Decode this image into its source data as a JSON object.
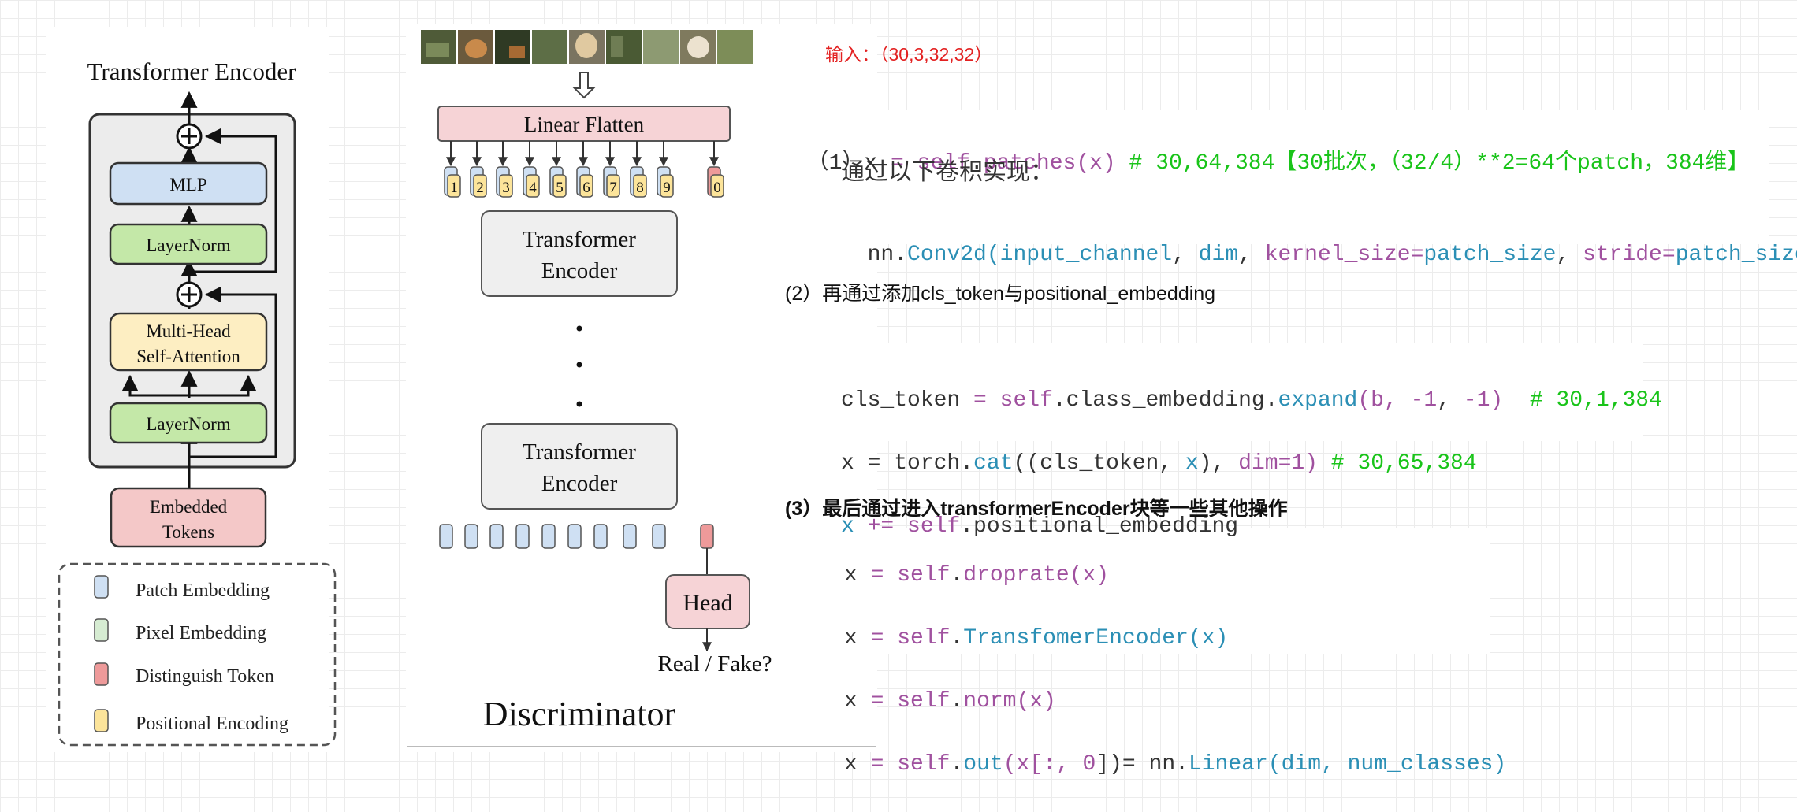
{
  "encoder": {
    "title": "Transformer Encoder",
    "mlp": "MLP",
    "layernorm_top": "LayerNorm",
    "mha_line1": "Multi-Head",
    "mha_line2": "Self-Attention",
    "layernorm_bottom": "LayerNorm",
    "embedded_line1": "Embedded",
    "embedded_line2": "Tokens",
    "legend": [
      {
        "label": "Patch Embedding",
        "color": "#cfe0f3"
      },
      {
        "label": "Pixel Embedding",
        "color": "#d6ecd2"
      },
      {
        "label": "Distinguish Token",
        "color": "#ee9a9a"
      },
      {
        "label": "Positional Encoding",
        "color": "#fce49a"
      }
    ]
  },
  "discriminator": {
    "linear_flatten": "Linear Flatten",
    "tokens": [
      "1",
      "2",
      "3",
      "4",
      "5",
      "6",
      "7",
      "8",
      "9",
      "0"
    ],
    "encoder_top_line1": "Transformer",
    "encoder_top_line2": "Encoder",
    "encoder_bottom_line1": "Transformer",
    "encoder_bottom_line2": "Encoder",
    "head": "Head",
    "output": "Real / Fake?",
    "title": "Discriminator"
  },
  "notes": {
    "input": "输入：（30,3,32,32）",
    "step1_prefix": "（1）",
    "step1_code_x": "x",
    "step1_code_eq": " = ",
    "step1_code_self": "self",
    "step1_code_dot": ".",
    "step1_code_fn": "patches",
    "step1_code_args": "(x)",
    "step1_comment": " # 30,64,384【30批次，（32/4）**2=64个patch，384维】",
    "step1_sub": "通过以下卷积实现：",
    "conv_nn": "nn.",
    "conv_fn": "Conv2d",
    "conv_open": "(",
    "conv_a1": "input_channel",
    "conv_sep1": ", ",
    "conv_a2": "dim",
    "conv_sep2": ", ",
    "conv_k1": "kernel_size",
    "conv_eq1": "=",
    "conv_v1": "patch_size",
    "conv_sep3": ", ",
    "conv_k2": "stride",
    "conv_eq2": "=",
    "conv_v2": "patch_size",
    "conv_close": ")",
    "step2": "(2）再通过添加cls_token与positional_embedding",
    "s2l1_a": "cls_token",
    "s2l1_b": " = ",
    "s2l1_c": "self",
    "s2l1_d": ".class_embedding.",
    "s2l1_e": "expand",
    "s2l1_f": "(b, ",
    "s2l1_g": "-1",
    "s2l1_h": ", ",
    "s2l1_i": "-1",
    "s2l1_j": ")  ",
    "s2l1_k": "# 30,1,384",
    "s2l2_a": "x",
    "s2l2_b": " = torch.",
    "s2l2_c": "cat",
    "s2l2_d": "((cls_token, ",
    "s2l2_e": "x",
    "s2l2_f": "), ",
    "s2l2_g": "dim",
    "s2l2_h": "=",
    "s2l2_i": "1",
    "s2l2_j": ") ",
    "s2l2_k": "# 30,65,384",
    "s2l3_a": "x",
    "s2l3_b": " += ",
    "s2l3_c": "self",
    "s2l3_d": ".positional_embedding",
    "step3": "(3）最后通过进入transformerEncoder块等一些其他操作",
    "s3l1_a": "x",
    "s3l1_b": " = ",
    "s3l1_c": "self",
    "s3l1_d": ".",
    "s3l1_e": "droprate",
    "s3l1_f": "(x)",
    "s3l2_a": "x",
    "s3l2_b": " = ",
    "s3l2_c": "self",
    "s3l2_d": ".",
    "s3l2_e": "TransfomerEncoder",
    "s3l2_f": "(x)",
    "s3l3_a": "x",
    "s3l3_b": " = ",
    "s3l3_c": "self",
    "s3l3_d": ".",
    "s3l3_e": "norm",
    "s3l3_f": "(x)",
    "s3l4_a": "x",
    "s3l4_b": " = ",
    "s3l4_c": "self",
    "s3l4_d": ".",
    "s3l4_e": "out",
    "s3l4_f": "(x[:, ",
    "s3l4_g": "0",
    "s3l4_h": "])= nn.",
    "s3l4_i": "Linear",
    "s3l4_j": "(dim, ",
    "s3l4_k": "num_classes",
    "s3l4_l": ")"
  }
}
